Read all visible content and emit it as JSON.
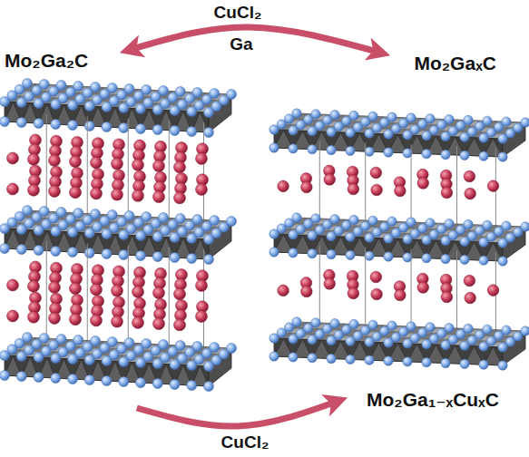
{
  "diagram": {
    "nodes": [
      {
        "text": [
          "Mo₂Ga₂C"
        ]
      },
      {
        "text": [
          "Mo₂GaₓC"
        ]
      },
      {
        "text": [
          "Mo₂Ga₁₋ₓCuₓC"
        ]
      }
    ],
    "edges": [
      {
        "from": 0,
        "to": 1,
        "arrow": "both",
        "label": "CuCl₂"
      },
      {
        "from": 0,
        "to": 2,
        "arrow": "to",
        "label": "CuCl₂"
      }
    ],
    "labels": [
      "Ga"
    ]
  }
}
